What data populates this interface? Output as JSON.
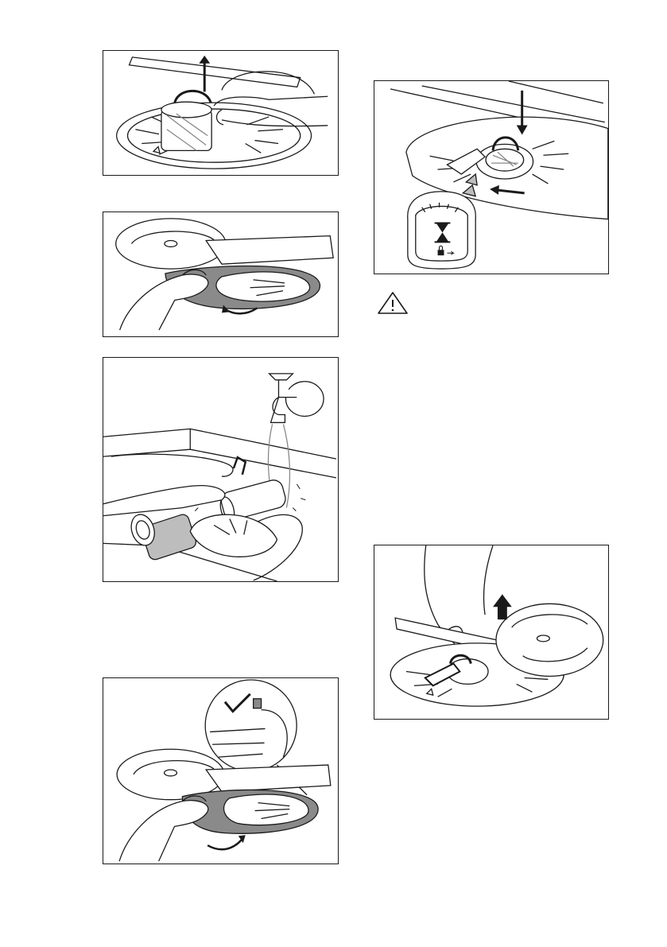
{
  "figures": [
    {
      "id": "fig-remove-filter-lift"
    },
    {
      "id": "fig-turn-flat-filter-left"
    },
    {
      "id": "fig-rinse-filters-under-tap"
    },
    {
      "id": "fig-refit-flat-filter-check"
    },
    {
      "id": "fig-lock-filter-arrow"
    },
    {
      "id": "fig-lift-spray-arm"
    }
  ],
  "icons": {
    "warning": "warning-triangle-icon",
    "check": "check-mark-icon",
    "lock": "lock-icon"
  },
  "colors": {
    "line": "#1a1a1a",
    "filter_grey": "#8a8a8a",
    "light_grey": "#bdbdbd"
  }
}
